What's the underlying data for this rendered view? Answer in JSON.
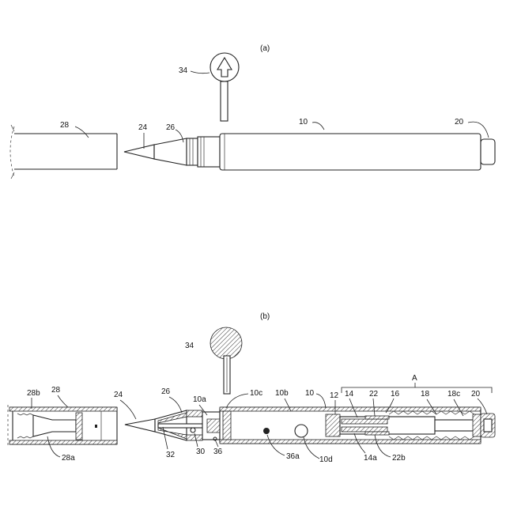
{
  "panels": {
    "a": {
      "caption": "(a)"
    },
    "b": {
      "caption": "(b)"
    }
  },
  "labels_a": {
    "l34": "34",
    "l28": "28",
    "l24": "24",
    "l26": "26",
    "l10": "10",
    "l20": "20"
  },
  "labels_b": {
    "l34": "34",
    "l28b": "28b",
    "l28": "28",
    "l24": "24",
    "l26": "26",
    "l10a": "10a",
    "l10c": "10c",
    "l10b": "10b",
    "l10": "10",
    "l12": "12",
    "l14": "14",
    "l22": "22",
    "l16": "16",
    "l18": "18",
    "l18c": "18c",
    "l20": "20",
    "lA": "A",
    "l28a": "28a",
    "l32": "32",
    "l30": "30",
    "l36": "36",
    "l36a": "36a",
    "l10d": "10d",
    "l14a": "14a",
    "l22b": "22b"
  }
}
